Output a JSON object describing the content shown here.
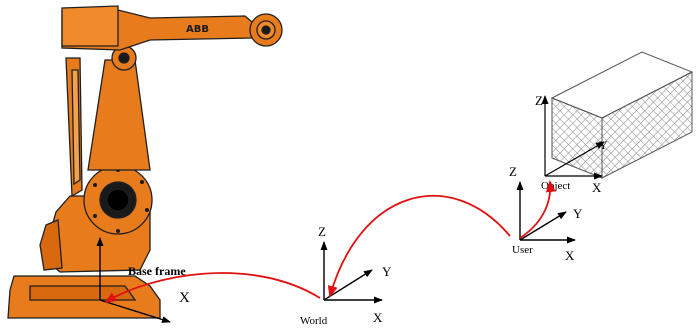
{
  "robot": {
    "brand": "ABB",
    "base_frame_label": "Base frame",
    "color": "#e87b1c",
    "outline_color": "#1f1f1f"
  },
  "frames": {
    "base": {
      "x_label": "X"
    },
    "world": {
      "name": "World",
      "x_label": "X",
      "y_label": "Y",
      "z_label": "Z"
    },
    "user": {
      "name": "User",
      "x_label": "X",
      "y_label": "Y",
      "z_label": "Z"
    },
    "object": {
      "name": "Object",
      "x_label": "X",
      "y_label": "Y",
      "z_label": "Z"
    }
  },
  "colors": {
    "arrow_red": "#e01010",
    "axis": "#000000",
    "box_hatch": "#8a8a8a"
  }
}
